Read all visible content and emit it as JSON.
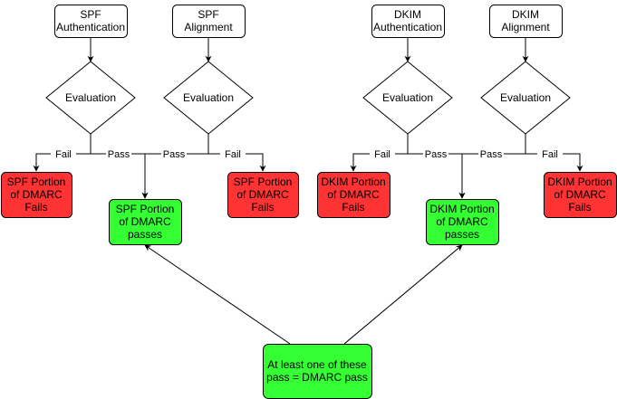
{
  "colors": {
    "neutral": "#ffffff",
    "fail": "#ff3333",
    "pass": "#33ff33",
    "stroke": "#000000"
  },
  "nodes": {
    "spf_auth": [
      "SPF",
      "Authentication"
    ],
    "spf_align": [
      "SPF",
      "Alignment"
    ],
    "dkim_auth": [
      "DKIM",
      "Authentication"
    ],
    "dkim_align": [
      "DKIM",
      "Alignment"
    ],
    "eval_spf_auth": [
      "Evaluation"
    ],
    "eval_spf_align": [
      "Evaluation"
    ],
    "eval_dkim_auth": [
      "Evaluation"
    ],
    "eval_dkim_align": [
      "Evaluation"
    ],
    "spf_fail_left": [
      "SPF Portion",
      "of DMARC",
      "Fails"
    ],
    "spf_fail_right": [
      "SPF Portion",
      "of DMARC",
      "Fails"
    ],
    "dkim_fail_left": [
      "DKIM Portion",
      "of DMARC",
      "Fails"
    ],
    "dkim_fail_right": [
      "DKIM Portion",
      "of DMARC",
      "Fails"
    ],
    "spf_pass": [
      "SPF Portion",
      "of DMARC",
      "passes"
    ],
    "dkim_pass": [
      "DKIM Portion",
      "of DMARC",
      "passes"
    ],
    "dmarc_pass": [
      "At least one of these",
      "pass = DMARC pass"
    ]
  },
  "edge_labels": {
    "fail_1": "Fail",
    "pass_1": "Pass",
    "pass_2": "Pass",
    "fail_2": "Fail",
    "fail_3": "Fail",
    "pass_3": "Pass",
    "pass_4": "Pass",
    "fail_4": "Fail"
  }
}
